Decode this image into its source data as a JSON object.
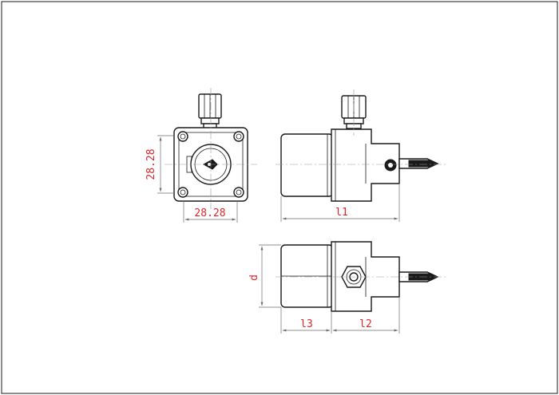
{
  "dimensions": {
    "front_height": "28.28",
    "front_width": "28.28",
    "side_length": "l1",
    "top_depth": "d",
    "top_l3": "l3",
    "top_l2": "l2"
  },
  "colors": {
    "dimension_text": "#e0262a",
    "outline": "#1a1a1a",
    "dimension_line": "#6d6d6d"
  }
}
